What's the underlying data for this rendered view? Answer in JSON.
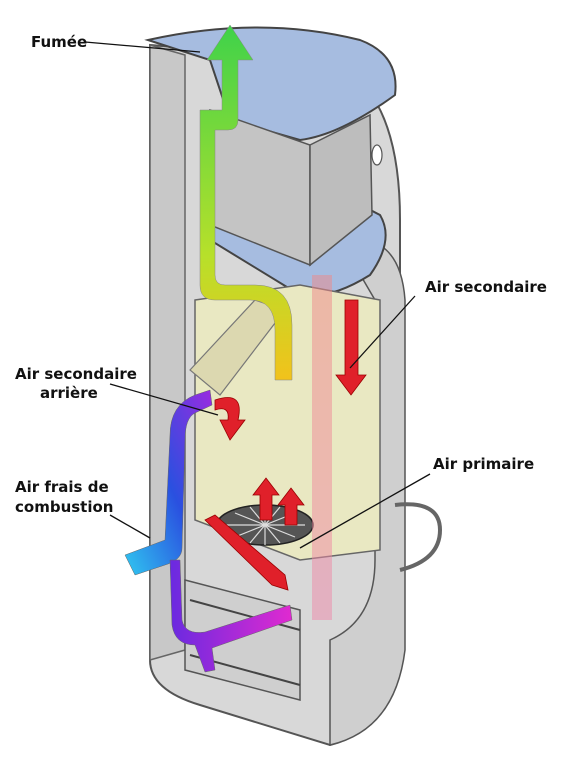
{
  "labels": {
    "fumee": "Fumée",
    "air_secondaire": "Air secondaire",
    "air_secondaire_arriere_line1": "Air secondaire",
    "air_secondaire_arriere_line2": "arrière",
    "air_primaire": "Air primaire",
    "air_frais_line1": "Air frais de",
    "air_frais_line2": "combustion"
  },
  "colors": {
    "stove_body": "#d6d6d6",
    "stove_outline": "#555555",
    "top_plate": "#9fb6dc",
    "firebox": "#e9e8c2",
    "flow_red": "#e0202a",
    "flow_green": "#7ed321",
    "flow_blue": "#2a7fe0",
    "flow_purple": "#8a2be2"
  }
}
